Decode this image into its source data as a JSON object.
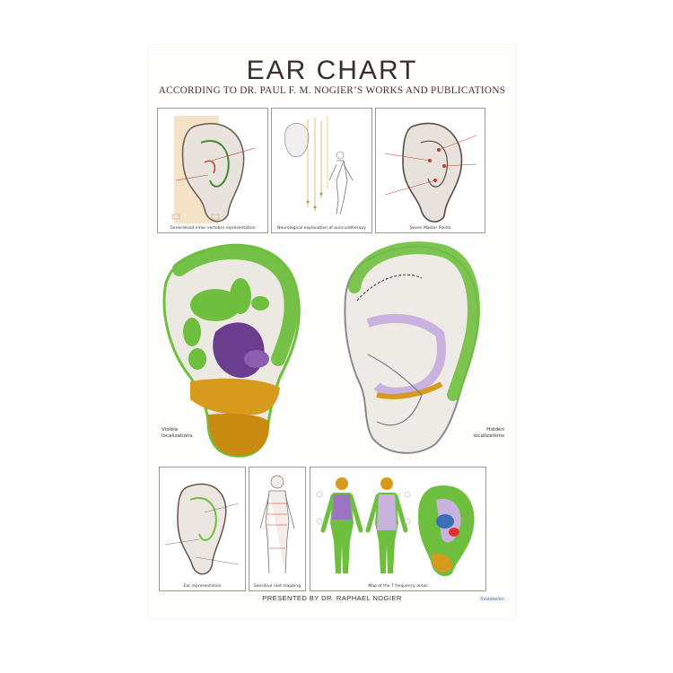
{
  "header": {
    "title": "EAR CHART",
    "subtitle": "ACCORDING TO DR. PAUL F. M. NOGIER’S WORKS AND PUBLICATIONS"
  },
  "top_panels": [
    {
      "caption": "Generalized inner vertebra representation"
    },
    {
      "caption": "Neurological explanation of auriculotherapy"
    },
    {
      "caption": "Seven Master Points"
    }
  ],
  "middle": {
    "left_label": "Visible\nlocalizations",
    "right_label": "Hidden\nlocalizations"
  },
  "bottom_panels": [
    {
      "caption": "Ear representation"
    },
    {
      "caption": "Sensitive root mapping"
    },
    {
      "caption": "Map of the 7 frequency areas"
    }
  ],
  "footer": {
    "presented_by": "PRESENTED BY DR. RAPHAEL NOGIER",
    "logo": "Sedatelec"
  },
  "colors": {
    "green": "#6fbf3f",
    "purple": "#6a3d8f",
    "orange": "#d69a1d",
    "lavender": "#c9b3de",
    "title": "#3a2f2a"
  }
}
